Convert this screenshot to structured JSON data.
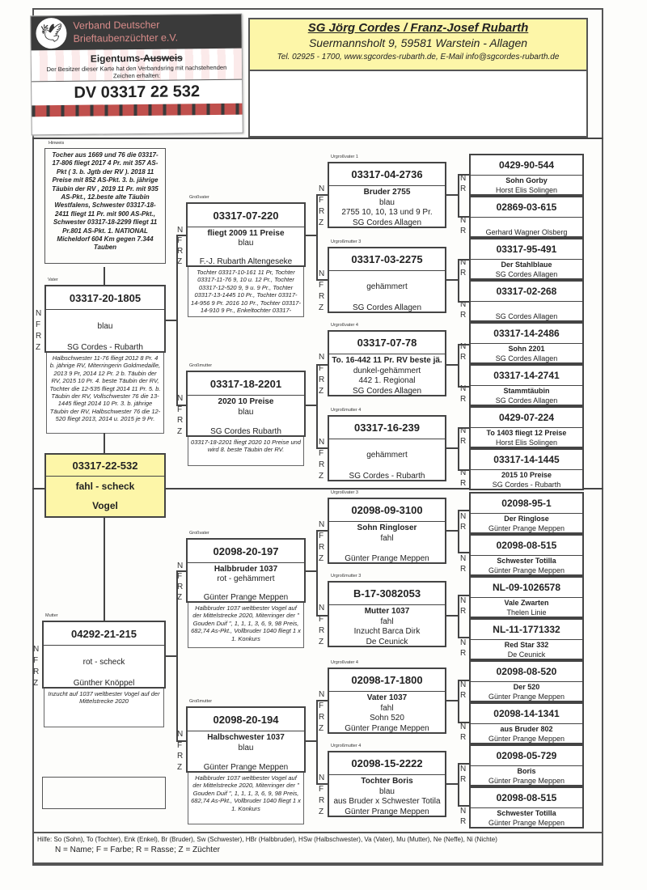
{
  "card": {
    "org_line1": "Verband Deutscher",
    "org_line2": "Brieftaubenzüchter e.V.",
    "title": "Eigentums-",
    "title_struck": "Ausweis",
    "text": "Der Besitzer dieser Karte hat den Verbandsring mit nachstehenden Zeichen erhalten:",
    "ring": "DV 03317 22 532",
    "colors": {
      "band": "#3a3a3a",
      "accent": "#c0504d"
    }
  },
  "breeder": {
    "name": "SG Jörg Cordes / Franz-Josef Rubarth",
    "address": "Suermannsholt 9, 59581 Warstein - Allagen",
    "contact": "Tel. 02925 - 1700, www.sgcordes-rubarth.de, E-Mail info@sgcordes-rubarth.de",
    "bg": "#fdf6a8"
  },
  "fields4": [
    "N",
    "F",
    "R",
    "Z"
  ],
  "fields2": [
    "N",
    "R"
  ],
  "hinweis": {
    "label": "Hinweis",
    "text": "Tocher aus 1669 und 76 die 03317-17-806 fliegt 2017 4 Pr. mit 357 AS-Pkt ( 3. b. Jgtb der RV ). 2018 11 Preise mit 852 AS-Pkt. 3. b. jährige Täubin der RV , 2019 11 Pr. mit 935 AS-Pkt., 12.beste alte Täubin Westfalens, Schwester 03317-18-2411 fliegt 11 Pr. mit 900 AS-Pkt., Schwester 03317-18-2299 fliegt 11 Pr.801 AS-Pkt. 1. NATIONAL Micheldorf 604 Km gegen 7.344 Tauben"
  },
  "subject": {
    "ring": "03317-22-532",
    "color": "fahl - scheck",
    "sex": "Vogel",
    "bg": "#fdf6a8"
  },
  "father": {
    "label": "Vater",
    "ring": "03317-20-1805",
    "lines": [
      "",
      "blau",
      "",
      "SG Cordes - Rubarth"
    ],
    "note": "Halbschwester 11-76 fliegt 2012 8 Pr. 4 b. jährige RV, Miterringerin Goldmedaille, 2013 9 Pr, 2014 12 Pr. 2 b. Täubin der RV, 2015 10 Pr. 4. beste Täubin der RV, Tochter die 12-535 fliegt 2014 11 Pr. 5. b. Täubin der RV, Vollschwester 76 die 13-1445 fliegt 2014 10 Pr. 3. b. jährige Täubin der RV, Halbschwester 76 die 12-520 fliegt 2013, 2014 u. 2015 je 9 Pr."
  },
  "mother": {
    "label": "Mutter",
    "ring": "04292-21-215",
    "lines": [
      "",
      "rot - scheck",
      "",
      "Günther Knöppel"
    ],
    "note": "Inzucht auf 1037 weltbester Vogel auf der Mittelstrecke 2020"
  },
  "grandparents": [
    {
      "label": "Großvater",
      "ring": "03317-07-220",
      "lines": [
        "fliegt 2009 11 Preise",
        "blau",
        "",
        "F.-J. Rubarth Altengeseke"
      ],
      "note": "Tochter 03317-10-161 11 Pr, Tochter 03317-11-76 9, 10 u. 12 Pr., Tochter 03317-12-520 9, 9 u. 9 Pr., Tochter 03317-13-1445 10 Pr., Tochter 03317-14-956 9 Pr. 2016 10 Pr., Tochter 03317-14-910 9 Pr., Enkeltochter 03317-"
    },
    {
      "label": "Großmutter",
      "ring": "03317-18-2201",
      "lines": [
        "2020 10 Preise",
        "blau",
        "",
        "SG Cordes Rubarth"
      ],
      "note": "03317-18-2201 fliegt 2020 10 Preise und wird 8. beste Täubin der RV."
    },
    {
      "label": "Großvater",
      "ring": "02098-20-197",
      "lines": [
        "Halbbruder 1037",
        "rot - gehämmert",
        "",
        "Günter Prange Meppen"
      ],
      "note": "Halbbruder 1037 weltbester Vogel auf der Mittelstrecke 2020, Miterringer der \" Gouden Duif \", 1, 1, 1, 3, 6, 9, 98 Preis, 682,74 As-Pkt., Vollbruder 1040 fliegt 1 x 1. Konkurs"
    },
    {
      "label": "Großmutter",
      "ring": "02098-20-194",
      "lines": [
        "Halbschwester 1037",
        "blau",
        "",
        "Günter Prange Meppen"
      ],
      "note": "Halbbruder 1037 weltbester Vogel auf der Mittelstrecke 2020, Miterringer der \" Gouden Duif \", 1, 1, 1, 3, 6, 9, 98 Preis, 682,74 As-Pkt., Vollbruder 1040 fliegt 1 x 1. Konkurs"
    }
  ],
  "great_grandparents": [
    {
      "label": "Urgroßvater 1",
      "ring": "03317-04-2736",
      "lines": [
        "Bruder 2755",
        "blau",
        "2755 10, 10, 13 und 9 Pr.",
        "SG Cordes Allagen"
      ]
    },
    {
      "label": "Urgroßmutter 3",
      "ring": "03317-03-2275",
      "lines": [
        "",
        "gehämmert",
        "",
        "SG Cordes Allagen"
      ]
    },
    {
      "label": "Urgroßvater 4",
      "ring": "03317-07-78",
      "lines": [
        "To. 16-442 11 Pr. RV beste jä.",
        "dunkel-gehämmert",
        "442 1. Regional",
        "SG Cordes Allagen"
      ]
    },
    {
      "label": "Urgroßmutter 4",
      "ring": "03317-16-239",
      "lines": [
        "",
        "gehämmert",
        "",
        "SG Cordes - Rubarth"
      ]
    },
    {
      "label": "Urgroßvater 3",
      "ring": "02098-09-3100",
      "lines": [
        "Sohn Ringloser",
        "fahl",
        "",
        "Günter Prange Meppen"
      ]
    },
    {
      "label": "Urgroßmutter 3",
      "ring": "B-17-3082053",
      "lines": [
        "Mutter 1037",
        "fahl",
        "Inzucht Barca Dirk",
        "De Ceunick"
      ]
    },
    {
      "label": "Urgroßvater 4",
      "ring": "02098-17-1800",
      "lines": [
        "Vater 1037",
        "fahl",
        "Sohn 520",
        "Günter Prange Meppen"
      ]
    },
    {
      "label": "Urgroßmutter 4",
      "ring": "02098-15-2222",
      "lines": [
        "Tochter Boris",
        "blau",
        "aus Bruder x Schwester Totila",
        "Günter Prange Meppen"
      ]
    }
  ],
  "ancestors5": [
    {
      "ring": "0429-90-544",
      "name": "Sohn Gorby",
      "breeder": "Horst Elis Solingen"
    },
    {
      "ring": "02869-03-615",
      "name": "",
      "breeder": "Gerhard Wagner Olsberg"
    },
    {
      "ring": "03317-95-491",
      "name": "Der Stahlblaue",
      "breeder": "SG Cordes Allagen"
    },
    {
      "ring": "03317-02-268",
      "name": "",
      "breeder": "SG Cordes Allagen"
    },
    {
      "ring": "03317-14-2486",
      "name": "Sohn 2201",
      "breeder": "SG Cordes Allagen"
    },
    {
      "ring": "03317-14-2741",
      "name": "Stammtäubin",
      "breeder": "SG Cordes Allagen"
    },
    {
      "ring": "0429-07-224",
      "name": "To 1403 fliegt 12 Preise",
      "breeder": "Horst Elis Solingen"
    },
    {
      "ring": "03317-14-1445",
      "name": "2015 10 Preise",
      "breeder": "SG Cordes - Rubarth"
    },
    {
      "ring": "02098-95-1",
      "name": "Der Ringlose",
      "breeder": "Günter Prange Meppen"
    },
    {
      "ring": "02098-08-515",
      "name": "Schwester Totilla",
      "breeder": "Günter Prange Meppen"
    },
    {
      "ring": "NL-09-1026578",
      "name": "Vale Zwarten",
      "breeder": "Thelen Linie"
    },
    {
      "ring": "NL-11-1771332",
      "name": "Red Star 332",
      "breeder": "De Ceunick"
    },
    {
      "ring": "02098-08-520",
      "name": "Der 520",
      "breeder": "Günter Prange Meppen"
    },
    {
      "ring": "02098-14-1341",
      "name": "aus Bruder 802",
      "breeder": "Günter Prange Meppen"
    },
    {
      "ring": "02098-05-729",
      "name": "Boris",
      "breeder": "Günter Prange Meppen"
    },
    {
      "ring": "02098-08-515",
      "name": "Schwester Totilla",
      "breeder": "Günter Prange Meppen"
    }
  ],
  "legend": {
    "line1": "Hilfe: So (Sohn), To (Tochter), Enk (Enkel), Br (Bruder), Sw (Schwester), HBr (Halbbruder), HSw (Halbschwester), Va (Vater), Mu (Mutter), Ne (Neffe), Ni (Nichte)",
    "line2": "N = Name; F = Farbe; R = Rasse; Z = Züchter"
  }
}
